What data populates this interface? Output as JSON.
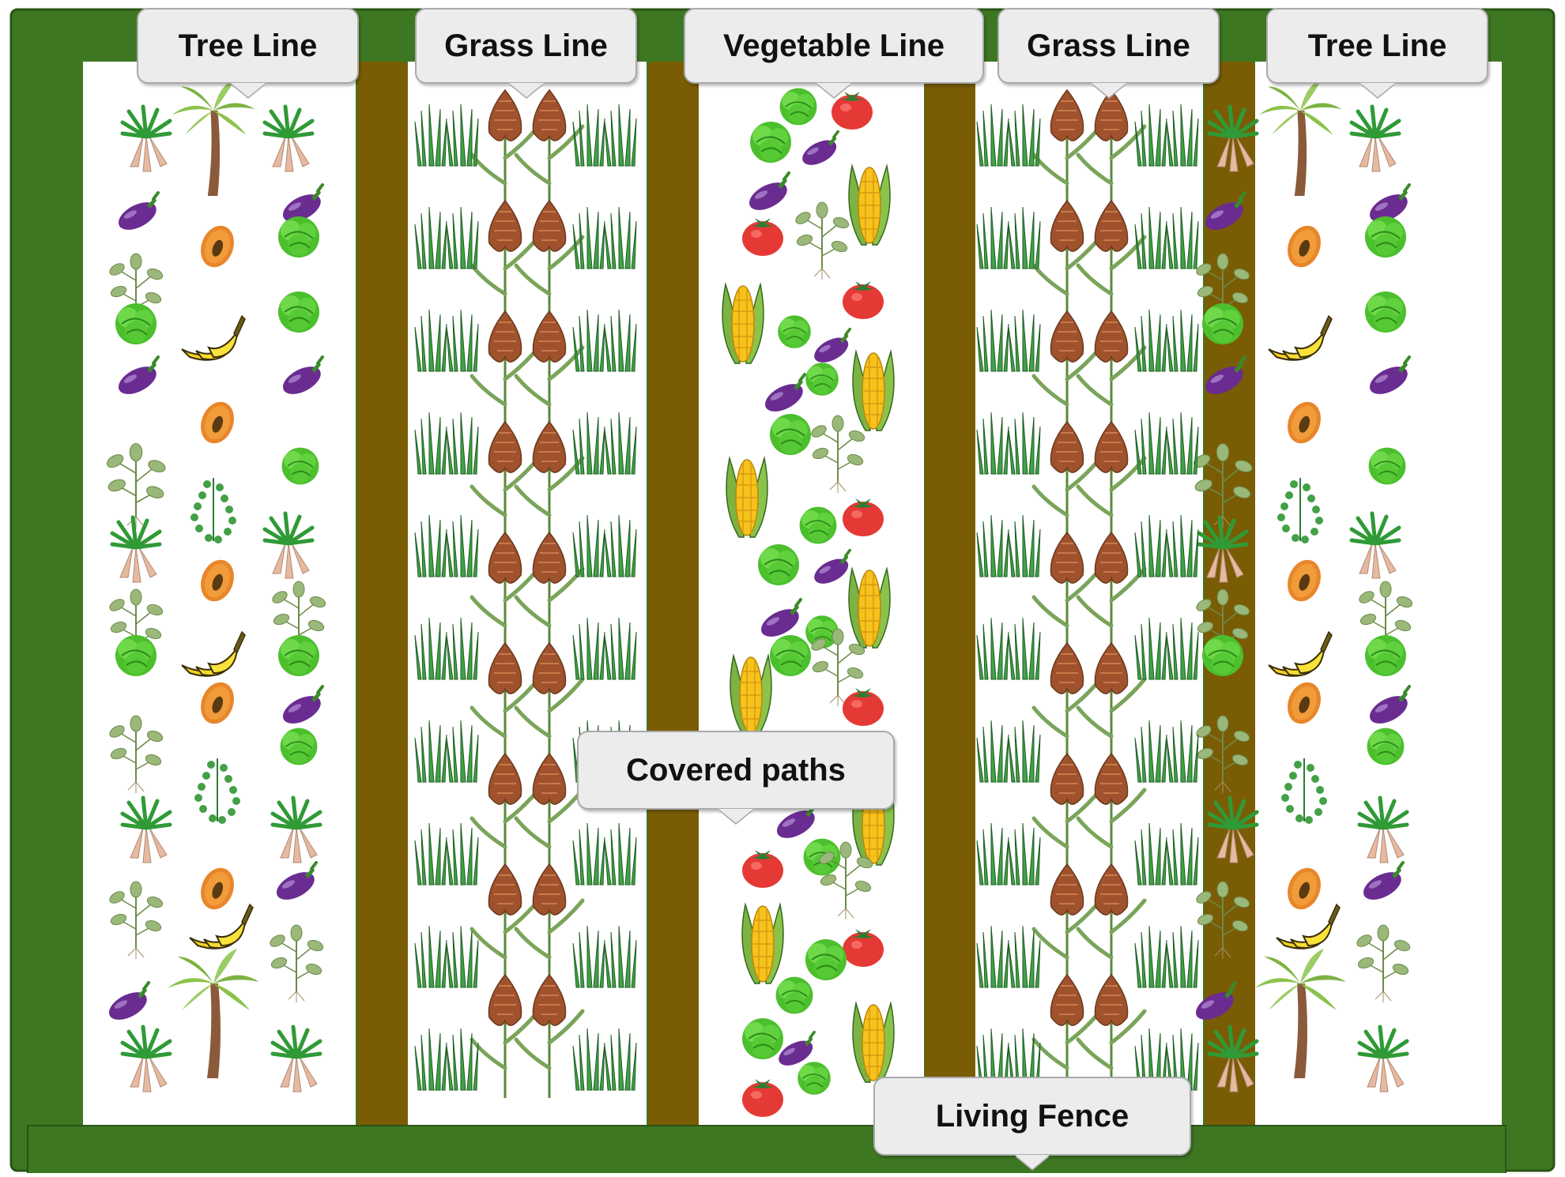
{
  "colors": {
    "fence_green": "#3e7722",
    "fence_outline": "#2a5416",
    "path_brown": "#7a5c05",
    "bed_white": "#ffffff"
  },
  "labels": {
    "tree_line_left": "Tree Line",
    "grass_line_left": "Grass Line",
    "vegetable_line": "Vegetable Line",
    "grass_line_right": "Grass Line",
    "tree_line_right": "Tree Line",
    "covered_paths": "Covered paths",
    "living_fence": "Living Fence"
  },
  "plant_icons": [
    "palm-tree-icon",
    "cassava-icon",
    "eggplant-icon",
    "papaya-icon",
    "cabbage-icon",
    "banana-icon",
    "bean-plant-icon",
    "moringa-icon",
    "sorghum-icon",
    "grass-clump-icon",
    "maize-icon",
    "tomato-icon"
  ]
}
